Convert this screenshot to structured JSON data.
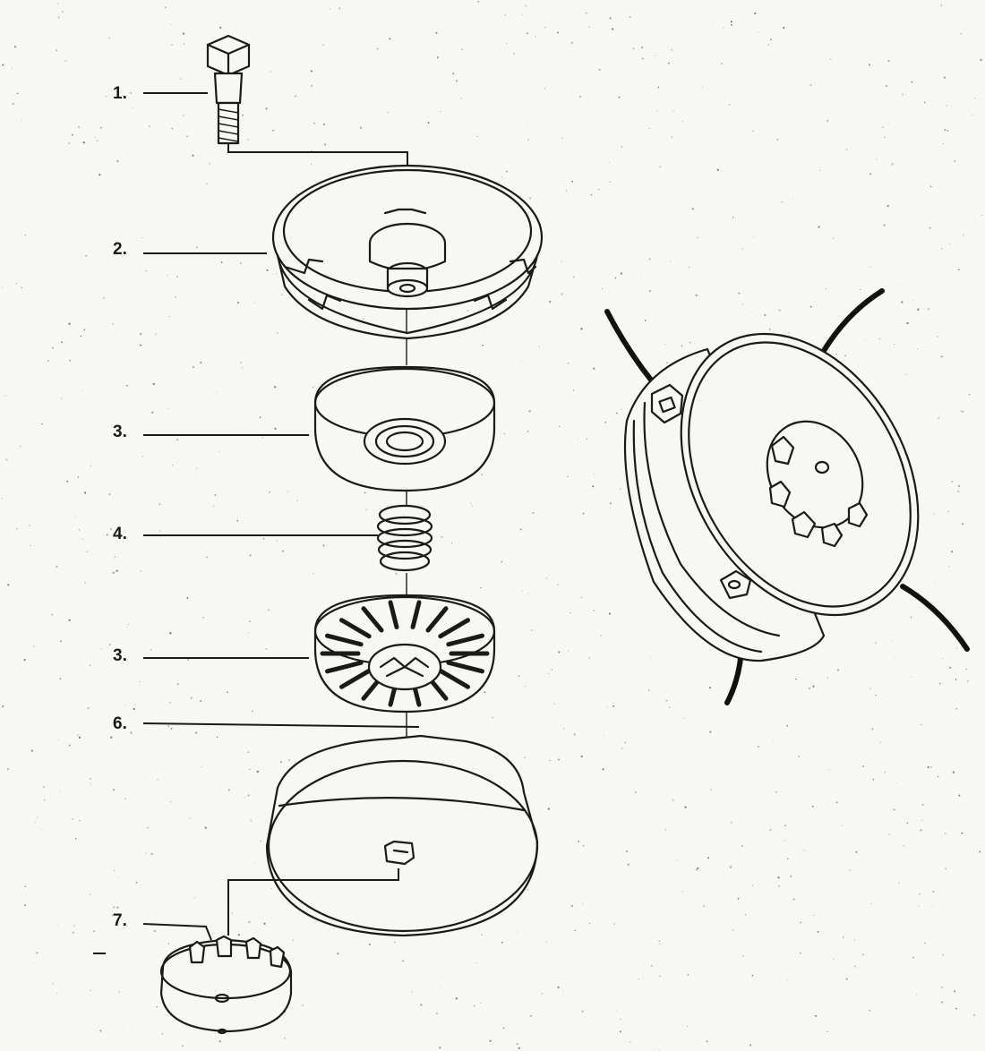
{
  "labels": [
    {
      "id": "1",
      "text": "1."
    },
    {
      "id": "2",
      "text": "2."
    },
    {
      "id": "3a",
      "text": "3."
    },
    {
      "id": "4",
      "text": "4."
    },
    {
      "id": "3b",
      "text": "3."
    },
    {
      "id": "6",
      "text": "6."
    },
    {
      "id": "7",
      "text": "7."
    }
  ],
  "colors": {
    "ink": "#1a1a1a",
    "paper": "#f7f7f3"
  }
}
